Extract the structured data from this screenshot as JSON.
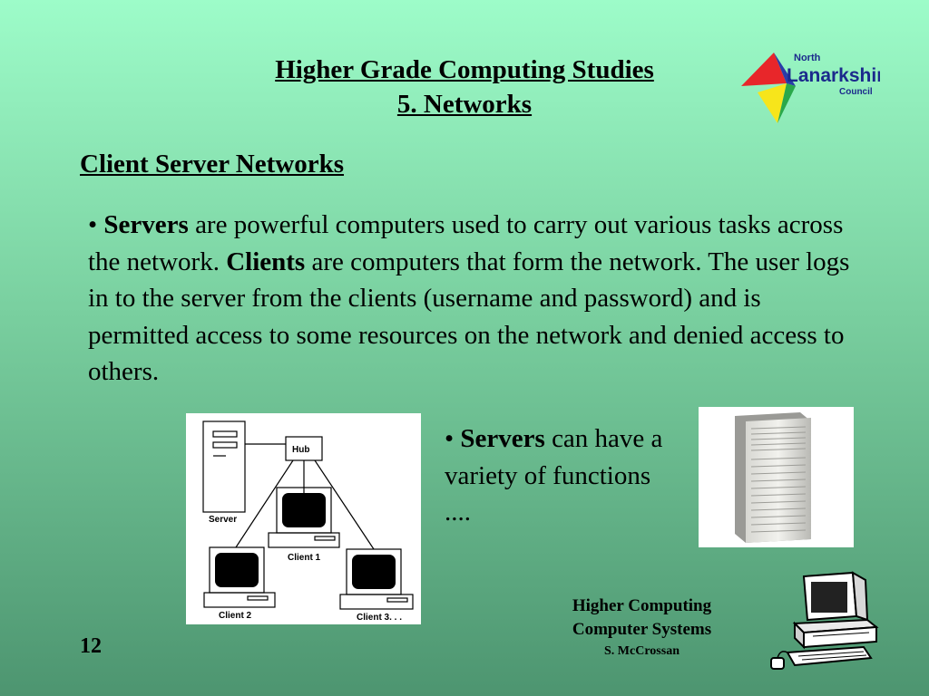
{
  "header": {
    "title_line1": "Higher Grade Computing Studies",
    "title_line2": "5. Networks"
  },
  "logo": {
    "text_top": "North",
    "text_main": "Lanarkshire",
    "text_bottom": "Council",
    "colors": [
      "#e8262a",
      "#f7e51b",
      "#2a3ca8",
      "#2aa84a"
    ]
  },
  "section": {
    "heading": "Client Server Networks"
  },
  "body": {
    "bullet": "•",
    "servers_word": "Servers",
    "text1": " are powerful computers used to carry out various tasks across the network. ",
    "clients_word": "Clients",
    "text2": " are computers that form the network. The user logs in to the server from the clients (username and password) and is permitted access to some resources on the network and denied access to others."
  },
  "diagram": {
    "hub_label": "Hub",
    "server_label": "Server",
    "client1_label": "Client 1",
    "client2_label": "Client 2",
    "client3_label": "Client 3. . ."
  },
  "side_text": {
    "bullet": "•",
    "servers_word": "Servers",
    "text": " can have a variety of functions ...."
  },
  "footer": {
    "line1": "Higher Computing",
    "line2": "Computer Systems",
    "line3": "S. McCrossan",
    "page_number": "12"
  }
}
